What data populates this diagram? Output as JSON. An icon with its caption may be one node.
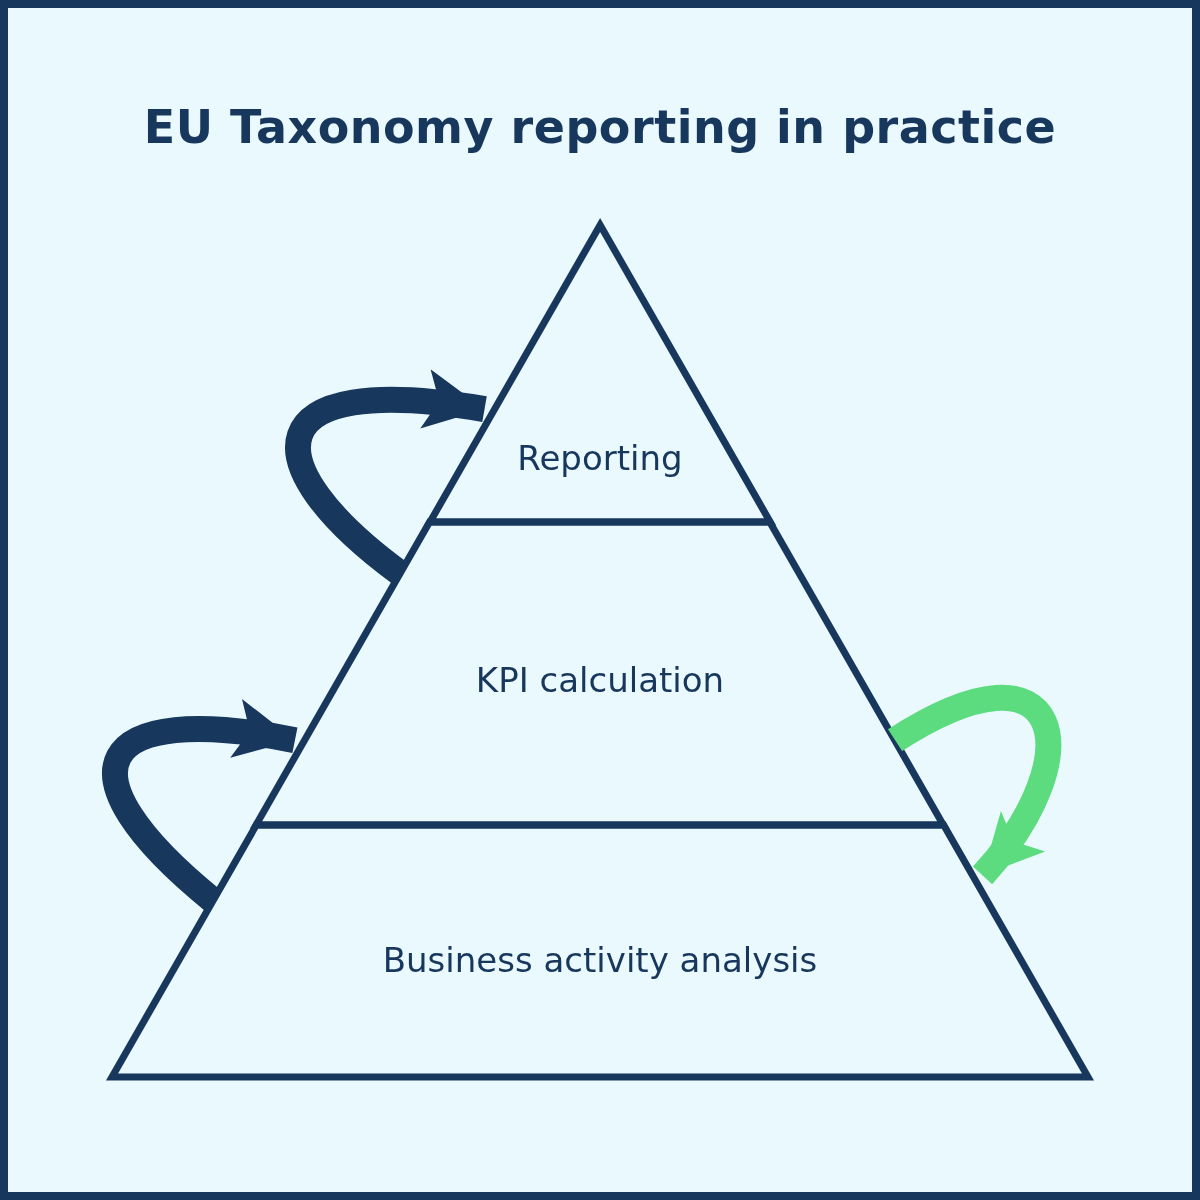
{
  "diagram": {
    "title": "EU Taxonomy reporting in practice",
    "nodes": [
      {
        "text": [
          "Reporting"
        ]
      },
      {
        "text": [
          "KPI calculation"
        ]
      },
      {
        "text": [
          "Business activity analysis"
        ]
      }
    ],
    "edges": [
      {
        "from": 1,
        "to": 0,
        "arrow": "to"
      },
      {
        "from": 2,
        "to": 1,
        "arrow": "to"
      },
      {
        "from": 1,
        "to": 2,
        "arrow": "to",
        "color": "#5cdc7e"
      }
    ]
  }
}
